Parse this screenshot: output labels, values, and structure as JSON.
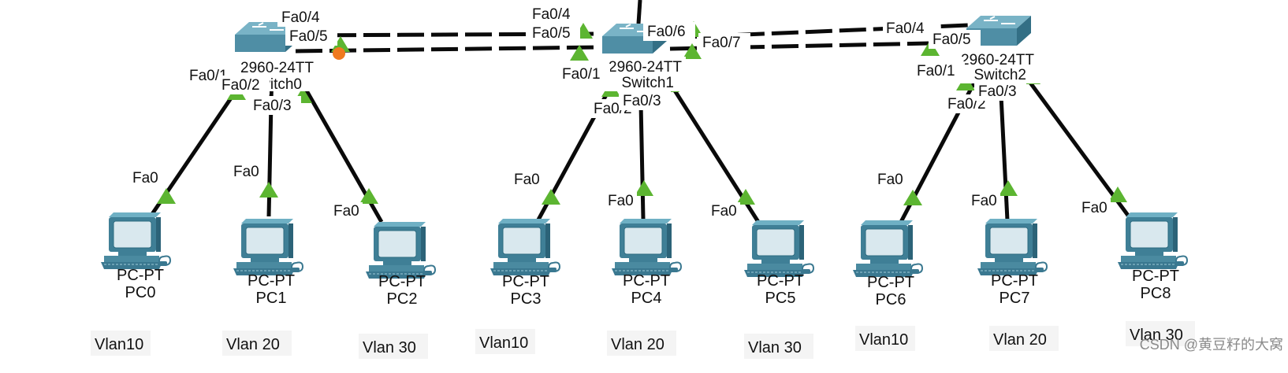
{
  "colors": {
    "link_up": "#5cb531",
    "link_blocked": "#f07a1e",
    "switch_body": "#4f8ea5",
    "pc_body": "#3f7f96",
    "vlan_highlight": "#ff0000"
  },
  "switches": {
    "sw0": {
      "model": "2960-24TT",
      "name": "Switch0"
    },
    "sw1": {
      "model": "2960-24TT",
      "name": "Switch1"
    },
    "sw2": {
      "model": "2960-24TT",
      "name": "Switch2"
    }
  },
  "pcs": [
    {
      "model": "PC-PT",
      "name": "PC0",
      "port": "Fa0",
      "vlan": "Vlan10"
    },
    {
      "model": "PC-PT",
      "name": "PC1",
      "port": "Fa0",
      "vlan": "Vlan 20"
    },
    {
      "model": "PC-PT",
      "name": "PC2",
      "port": "Fa0",
      "vlan": "Vlan 30"
    },
    {
      "model": "PC-PT",
      "name": "PC3",
      "port": "Fa0",
      "vlan": "Vlan10"
    },
    {
      "model": "PC-PT",
      "name": "PC4",
      "port": "Fa0",
      "vlan": "Vlan 20"
    },
    {
      "model": "PC-PT",
      "name": "PC5",
      "port": "Fa0",
      "vlan": "Vlan 30"
    },
    {
      "model": "PC-PT",
      "name": "PC6",
      "port": "Fa0",
      "vlan": "Vlan10"
    },
    {
      "model": "PC-PT",
      "name": "PC7",
      "port": "Fa0",
      "vlan": "Vlan 20"
    },
    {
      "model": "PC-PT",
      "name": "PC8",
      "port": "Fa0",
      "vlan": "Vlan 30"
    }
  ],
  "ports": {
    "sw0_fa04": "Fa0/4",
    "sw0_fa05": "Fa0/5",
    "sw0_fa01": "Fa0/1",
    "sw0_fa02": "Fa0/2",
    "sw0_fa03": "Fa0/3",
    "sw1_fa04": "Fa0/4",
    "sw1_fa05": "Fa0/5",
    "sw1_fa06": "Fa0/6",
    "sw1_fa07": "Fa0/7",
    "sw1_fa01": "Fa0/1",
    "sw1_fa02": "Fa0/2",
    "sw1_fa03": "Fa0/3",
    "sw2_fa04": "Fa0/4",
    "sw2_fa05": "Fa0/5",
    "sw2_fa01": "Fa0/1",
    "sw2_fa02": "Fa0/2",
    "sw2_fa03": "Fa0/3"
  },
  "watermark": "CSDN @黄豆籽的大窝"
}
